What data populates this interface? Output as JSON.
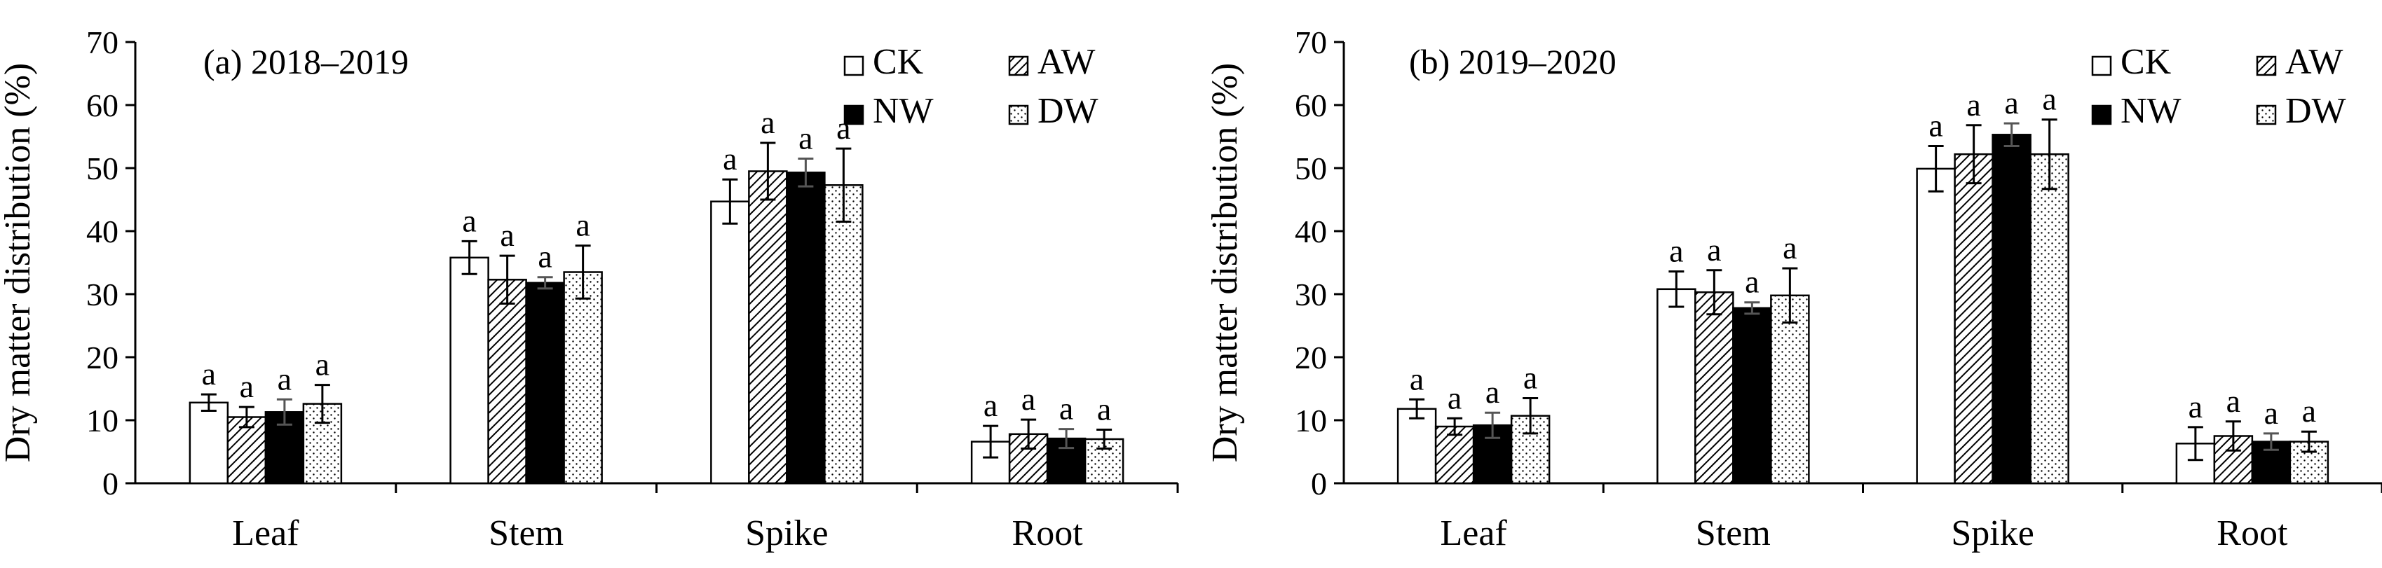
{
  "colors": {
    "axis": "#000000",
    "background": "#ffffff"
  },
  "chart_data": [
    {
      "type": "bar",
      "title": "(a) 2018–2019",
      "ylabel": "Dry matter distribution (%)",
      "xlabel": "",
      "ylim": [
        0,
        70
      ],
      "yticks": [
        "0",
        "10",
        "20",
        "30",
        "40",
        "50",
        "60",
        "70"
      ],
      "categories": [
        "Leaf",
        "Stem",
        "Spike",
        "Root"
      ],
      "legend_position": "top-right",
      "grid": false,
      "series": [
        {
          "name": "CK",
          "pattern": "open",
          "values": [
            12.8,
            35.8,
            44.7,
            6.6
          ],
          "errors": [
            1.3,
            2.6,
            3.5,
            2.5
          ],
          "labels": [
            "a",
            "a",
            "a",
            "a"
          ]
        },
        {
          "name": "AW",
          "pattern": "hatch",
          "values": [
            10.5,
            32.3,
            49.5,
            7.8
          ],
          "errors": [
            1.6,
            3.8,
            4.5,
            2.3
          ],
          "labels": [
            "a",
            "a",
            "a",
            "a"
          ]
        },
        {
          "name": "NW",
          "pattern": "solid",
          "values": [
            11.3,
            31.8,
            49.3,
            7.1
          ],
          "errors": [
            2.0,
            0.9,
            2.2,
            1.5
          ],
          "labels": [
            "a",
            "a",
            "a",
            "a"
          ]
        },
        {
          "name": "DW",
          "pattern": "dots",
          "values": [
            12.6,
            33.5,
            47.3,
            7.0
          ],
          "errors": [
            3.0,
            4.2,
            5.8,
            1.5
          ],
          "labels": [
            "a",
            "a",
            "a",
            "a"
          ]
        }
      ]
    },
    {
      "type": "bar",
      "title": "(b) 2019–2020",
      "ylabel": "Dry matter distribution (%)",
      "xlabel": "",
      "ylim": [
        0,
        70
      ],
      "yticks": [
        "0",
        "10",
        "20",
        "30",
        "40",
        "50",
        "60",
        "70"
      ],
      "categories": [
        "Leaf",
        "Stem",
        "Spike",
        "Root"
      ],
      "legend_position": "top-right",
      "grid": false,
      "series": [
        {
          "name": "CK",
          "pattern": "open",
          "values": [
            11.8,
            30.8,
            49.9,
            6.3
          ],
          "errors": [
            1.5,
            2.8,
            3.6,
            2.6
          ],
          "labels": [
            "a",
            "a",
            "a",
            "a"
          ]
        },
        {
          "name": "AW",
          "pattern": "hatch",
          "values": [
            9.0,
            30.3,
            52.2,
            7.5
          ],
          "errors": [
            1.3,
            3.5,
            4.6,
            2.3
          ],
          "labels": [
            "a",
            "a",
            "a",
            "a"
          ]
        },
        {
          "name": "NW",
          "pattern": "solid",
          "values": [
            9.2,
            27.8,
            55.3,
            6.6
          ],
          "errors": [
            2.0,
            0.9,
            1.8,
            1.3
          ],
          "labels": [
            "a",
            "a",
            "a",
            "a"
          ]
        },
        {
          "name": "DW",
          "pattern": "dots",
          "values": [
            10.7,
            29.8,
            52.2,
            6.6
          ],
          "errors": [
            2.8,
            4.3,
            5.5,
            1.6
          ],
          "labels": [
            "a",
            "a",
            "a",
            "a"
          ]
        }
      ]
    }
  ]
}
